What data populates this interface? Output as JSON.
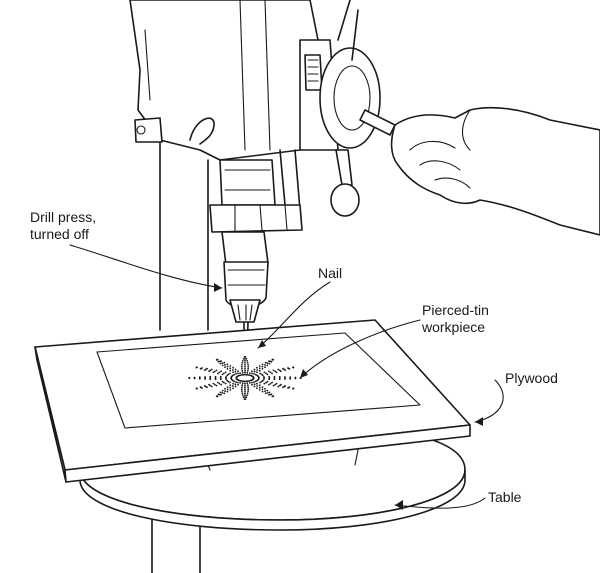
{
  "labels": {
    "drill_press": [
      "Drill press,",
      "turned off"
    ],
    "nail": "Nail",
    "workpiece": [
      "Pierced-tin",
      "workpiece"
    ],
    "plywood": "Plywood",
    "table": "Table"
  },
  "colors": {
    "ink": "#1a1a1a",
    "paper": "#ffffff"
  }
}
